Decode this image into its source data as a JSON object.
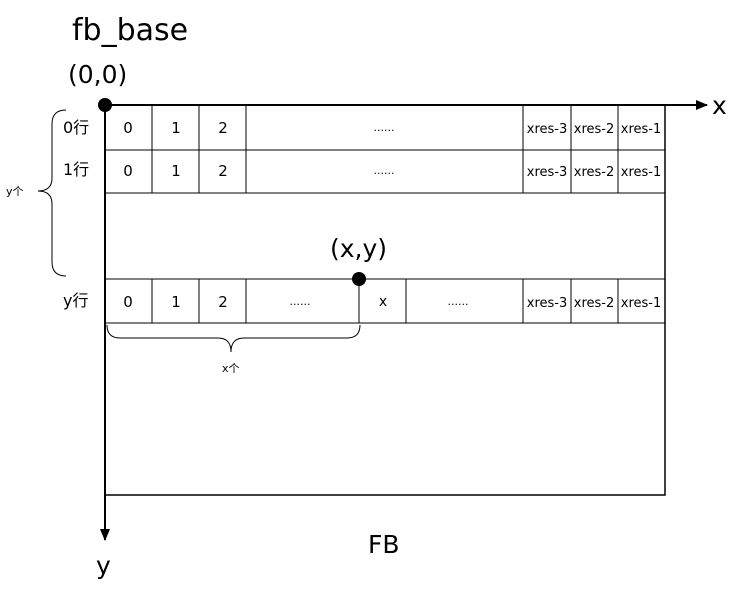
{
  "labels": {
    "base": "fb_base",
    "origin": "(0,0)",
    "x_axis": "x",
    "y_axis": "y",
    "point": "(x,y)",
    "fb": "FB",
    "brace_y": "y个",
    "brace_x": "x个"
  },
  "rows": [
    {
      "label": "0行",
      "cells": [
        "0",
        "1",
        "2",
        "......",
        "xres-3",
        "xres-2",
        "xres-1"
      ]
    },
    {
      "label": "1行",
      "cells": [
        "0",
        "1",
        "2",
        "......",
        "xres-3",
        "xres-2",
        "xres-1"
      ]
    },
    {
      "label": "y行",
      "cells": [
        "0",
        "1",
        "2",
        "......",
        "x",
        "......",
        "xres-3",
        "xres-2",
        "xres-1"
      ]
    }
  ]
}
